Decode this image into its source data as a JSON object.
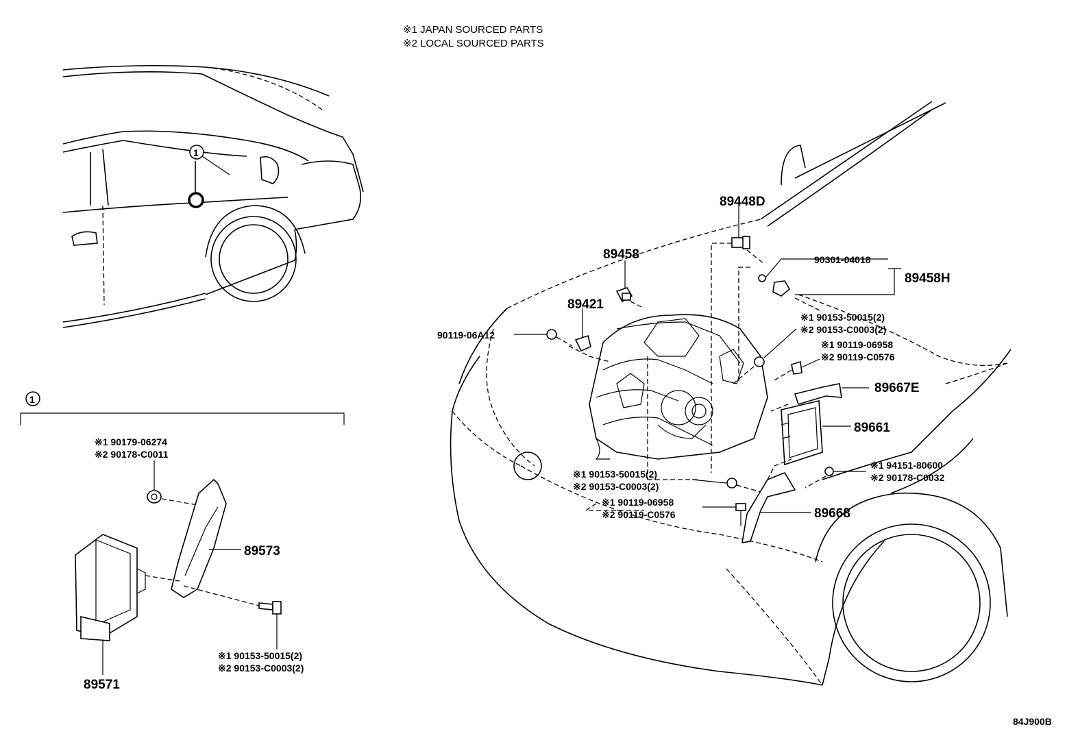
{
  "notes": {
    "japan": "※1 JAPAN SOURCED PARTS",
    "local": "※2 LOCAL SOURCED PARTS"
  },
  "callout_marker": "1",
  "section_marker": "1",
  "labels": {
    "p89448D": "89448D",
    "p89458": "89458",
    "p89421": "89421",
    "p90301": "90301-04018",
    "p89458H": "89458H",
    "p90119_06A12": "90119-06A12",
    "r1a": "※1 90153-50015(2)",
    "r1b": "※2 90153-C0003(2)",
    "r2a": "※1 90119-06958",
    "r2b": "※2 90119-C0576",
    "p89667E": "89667E",
    "p89661": "89661",
    "r3a": "※1 94151-80600",
    "r3b": "※2 90178-C0032",
    "r4a": "※1 90153-50015(2)",
    "r4b": "※2 90153-C0003(2)",
    "r5a": "※1 90119-06958",
    "r5b": "※2 90119-C0576",
    "p89668": "89668",
    "l1a": "※1 90179-06274",
    "l1b": "※2 90178-C0011",
    "p89573": "89573",
    "l2a": "※1 90153-50015(2)",
    "l2b": "※2 90153-C0003(2)",
    "p89571": "89571",
    "code": "84J900B"
  }
}
